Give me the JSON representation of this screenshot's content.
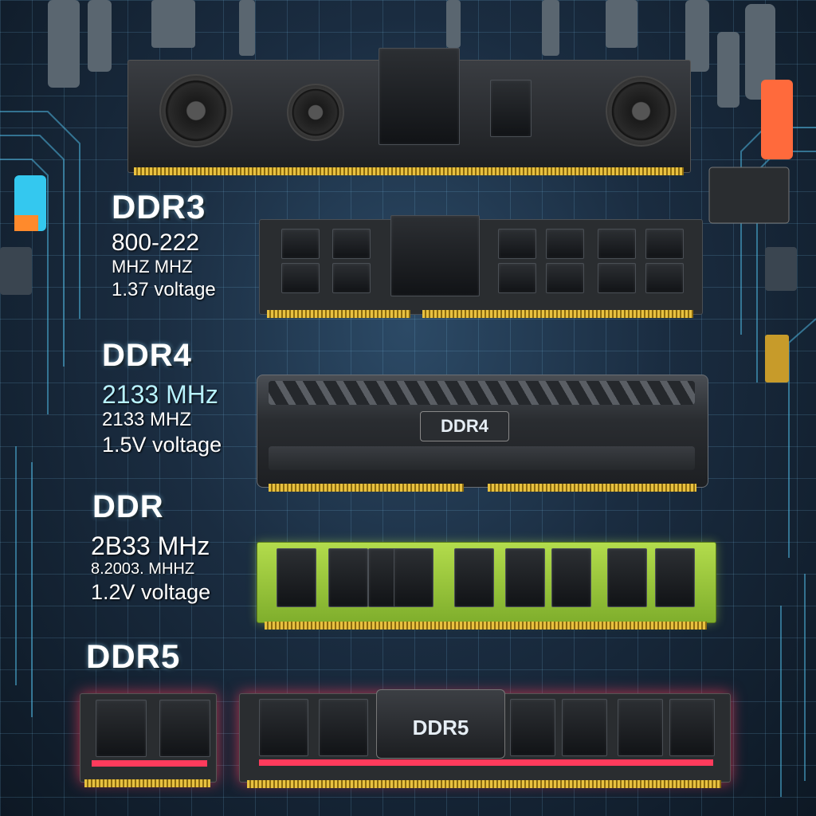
{
  "colors": {
    "ddr3_pcb": "#2a2d30",
    "ddr4_heatsink": "#3a3d42",
    "ddr_pcb_green": "#9acb3a",
    "ddr5_glow": "#ff3b5c",
    "gold_pins": "#e8c140",
    "accent_cyan": "#3ad0ff"
  },
  "labels": {
    "ddr3": {
      "title": "DDR3",
      "line1": "800-222",
      "line2": "MHZ MHZ",
      "line3": "1.37 voltage"
    },
    "ddr4": {
      "title": "DDR4",
      "line1": "2133 MHz",
      "line2": "2133  MHZ",
      "line3": "1.5V voltage"
    },
    "ddr": {
      "title": "DDR",
      "line1": "2B33 MHz",
      "line2": "8.2003. MHHZ",
      "line3": "1.2V voltage"
    },
    "ddr5": {
      "title": "DDR5"
    }
  },
  "module_badges": {
    "ddr4": "DDR4",
    "ddr5": "DDR5"
  }
}
